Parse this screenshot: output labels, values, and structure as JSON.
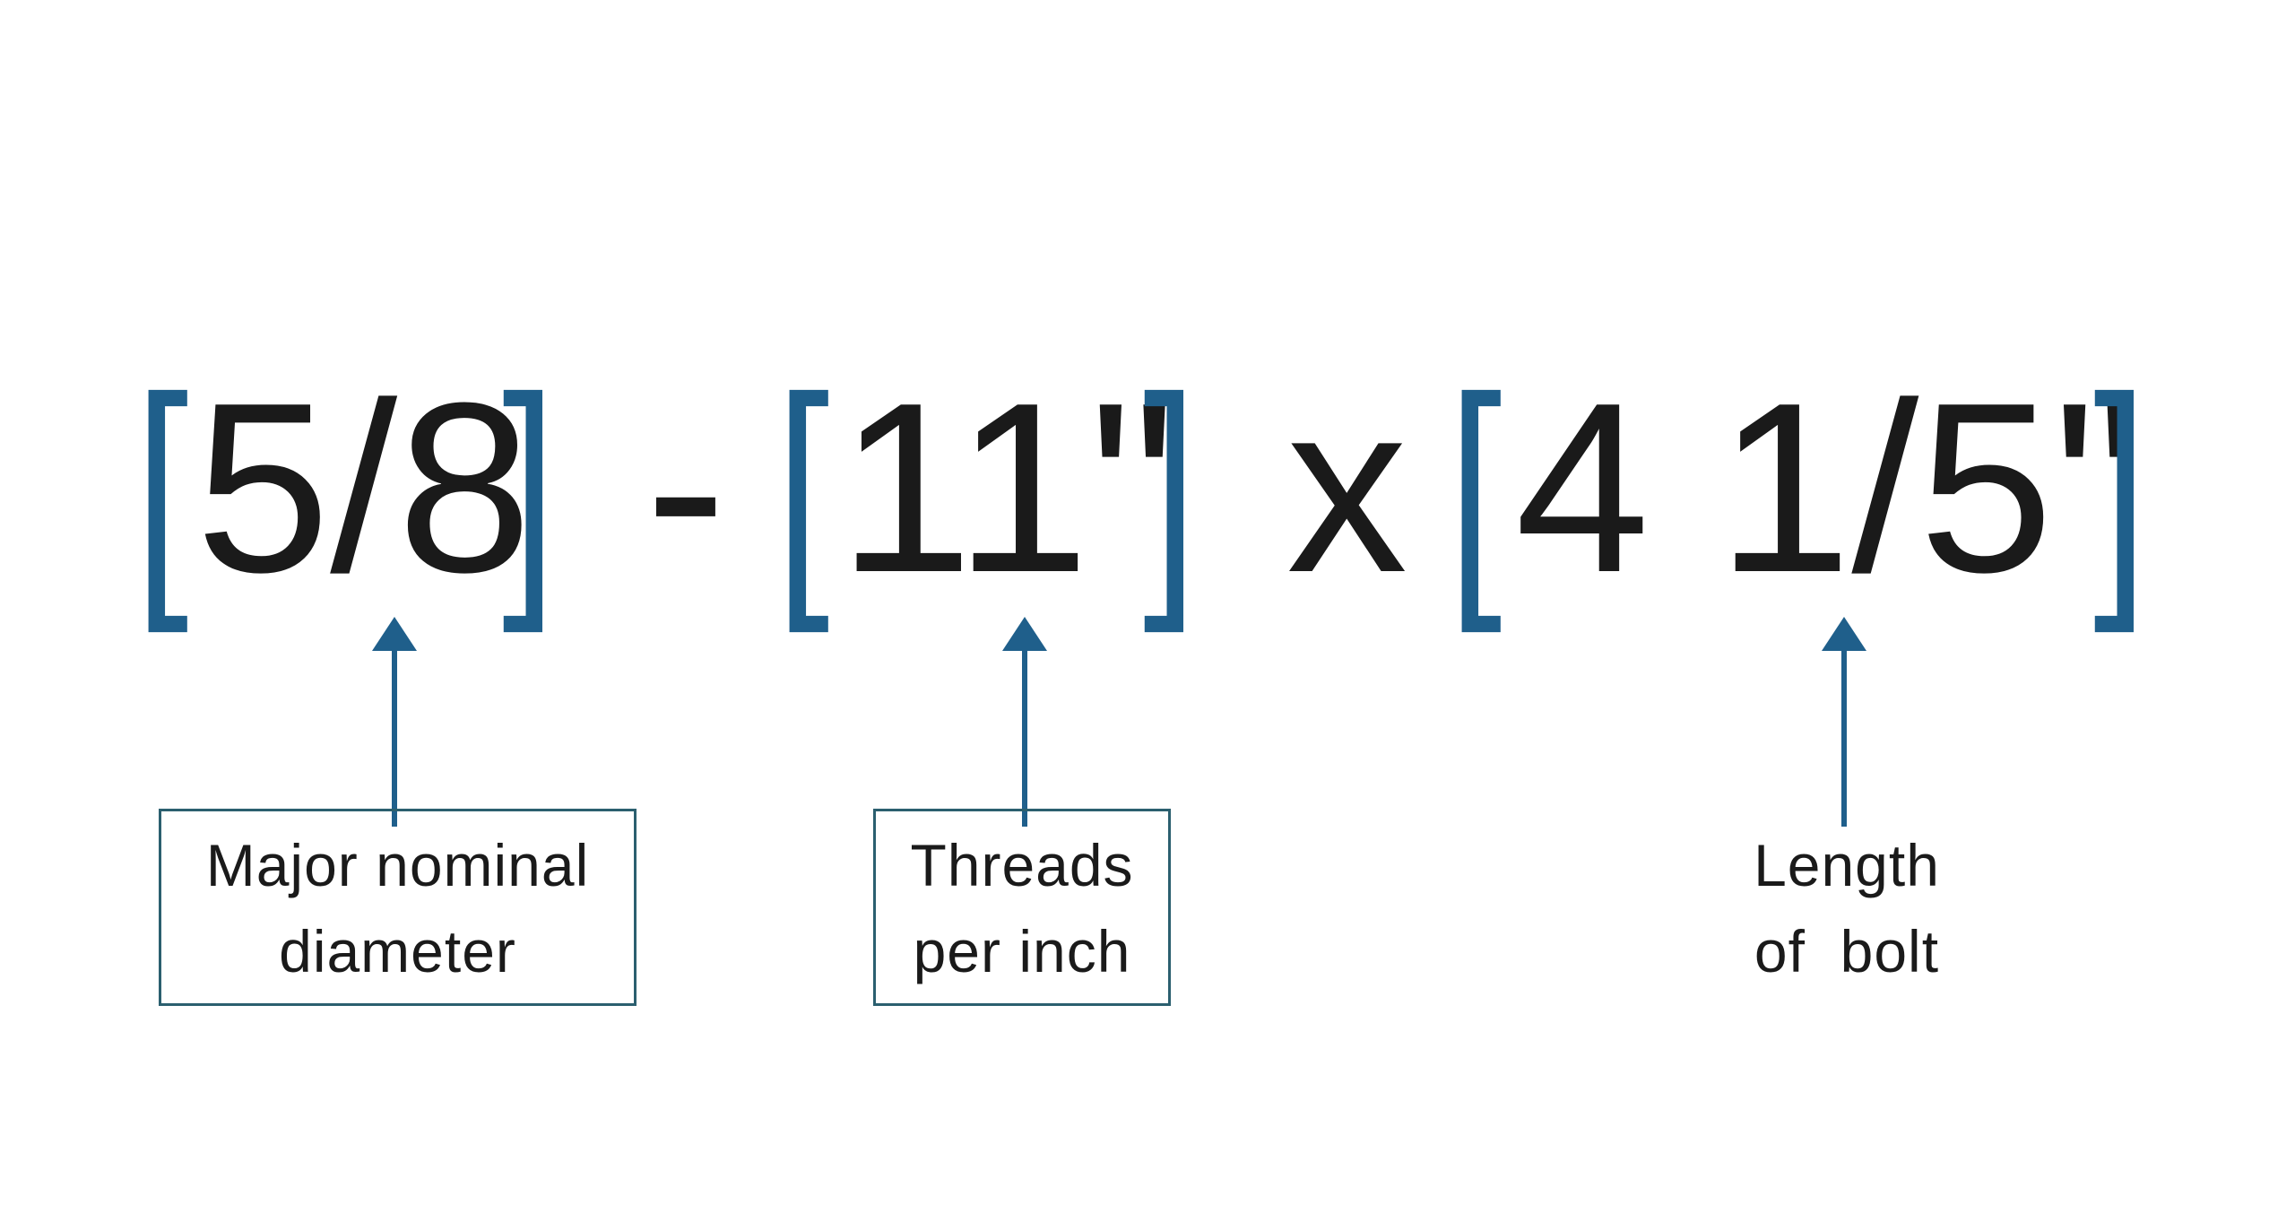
{
  "formula": {
    "open_bracket": "[",
    "close_bracket": "]",
    "diameter": "5/8",
    "separator_dash": "-",
    "threads": "11\"",
    "separator_x": "x",
    "length": "4 1/5\""
  },
  "labels": {
    "diameter": {
      "line1": "Major nominal",
      "line2": "diameter"
    },
    "threads": {
      "line1": "Threads",
      "line2": "per inch"
    },
    "length": {
      "line1": "Length",
      "line2": "of  bolt"
    }
  },
  "colors": {
    "bracket": "#1f5f8b",
    "arrow": "#1f5f8b",
    "box_border": "#2b5f6f",
    "text": "#1a1a1a"
  }
}
